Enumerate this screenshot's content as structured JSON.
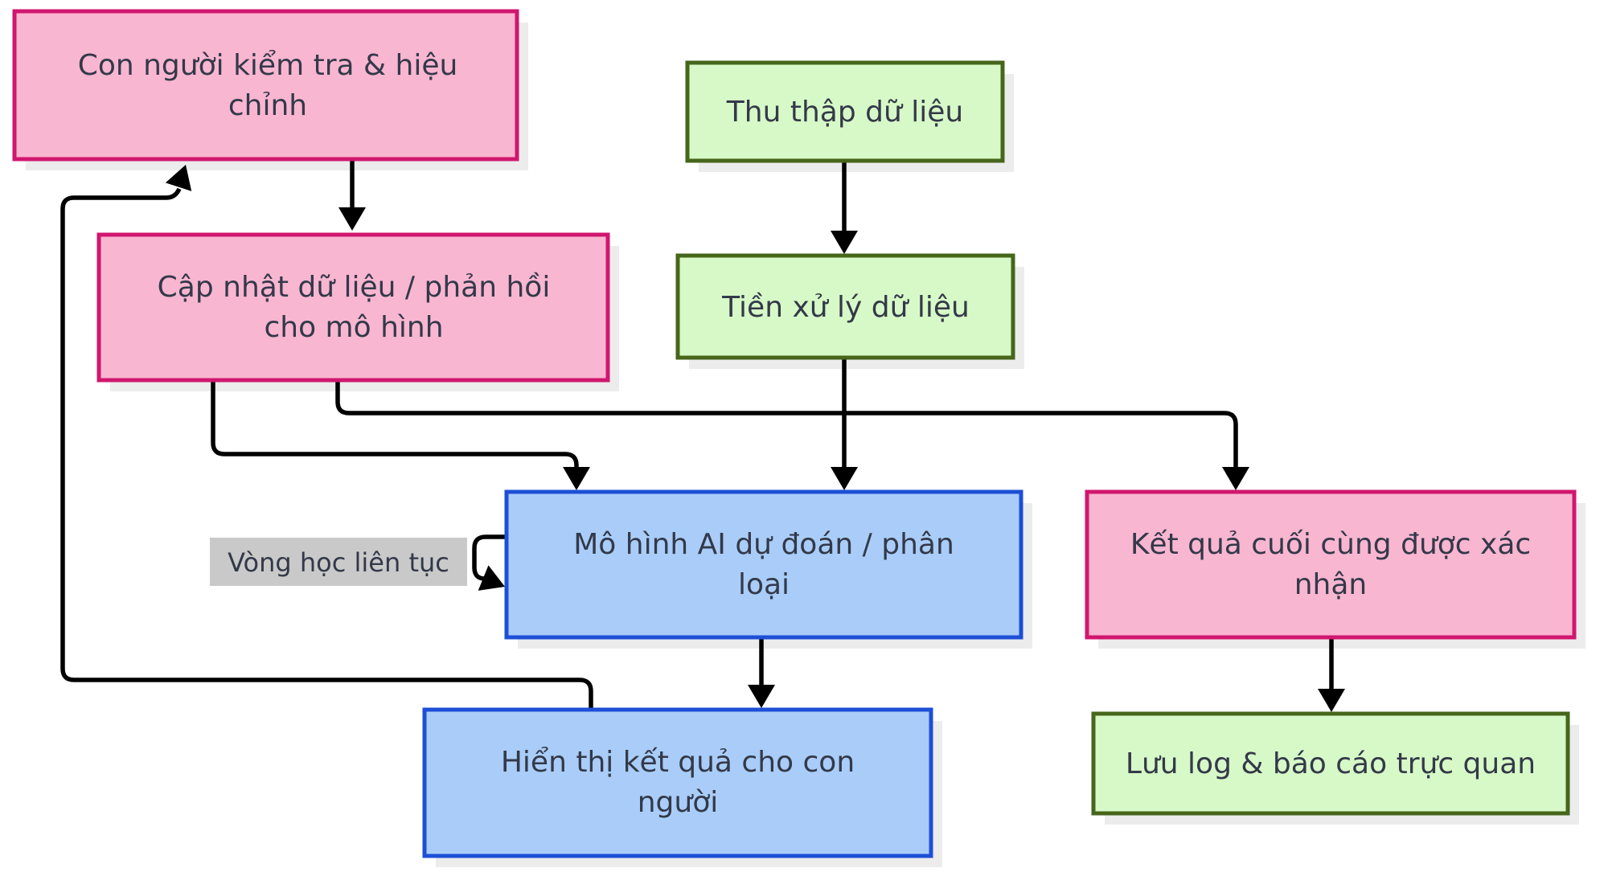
{
  "diagram": {
    "type": "flowchart",
    "background": "#ffffff",
    "colors": {
      "bg": "#ffffff",
      "pink-fill": "#f9b6d1",
      "pink-stroke": "#d0176f",
      "green-fill": "#d7f9c7",
      "green-stroke": "#46661b",
      "blue-fill": "#a9cdf8",
      "blue-stroke": "#1d4fd6",
      "label-bg": "#c9c9c9",
      "edge": "#000000",
      "text": "#333949",
      "shadow": "#ececec"
    },
    "nodes": [
      {
        "id": "E",
        "style": "pink",
        "label": "Con người kiểm tra & hiệu chỉnh",
        "lines": [
          "Con người kiểm tra & hiệu",
          "chỉnh"
        ]
      },
      {
        "id": "A",
        "style": "green",
        "label": "Thu thập dữ liệu",
        "lines": [
          "Thu thập dữ liệu"
        ]
      },
      {
        "id": "F",
        "style": "pink",
        "label": "Cập nhật dữ liệu / phản hồi cho mô hình",
        "lines": [
          "Cập nhật dữ liệu / phản hồi",
          "cho mô hình"
        ]
      },
      {
        "id": "B",
        "style": "green",
        "label": "Tiền xử lý dữ liệu",
        "lines": [
          "Tiền xử lý dữ liệu"
        ]
      },
      {
        "id": "C",
        "style": "blue",
        "label": "Mô hình AI dự đoán / phân loại",
        "lines": [
          "Mô hình AI dự đoán / phân",
          "loại"
        ]
      },
      {
        "id": "G",
        "style": "pink",
        "label": "Kết quả cuối cùng được xác nhận",
        "lines": [
          "Kết quả cuối cùng được xác",
          "nhận"
        ]
      },
      {
        "id": "D",
        "style": "blue",
        "label": "Hiển thị kết quả cho con người",
        "lines": [
          "Hiển thị kết quả cho con",
          "người"
        ]
      },
      {
        "id": "H",
        "style": "green",
        "label": "Lưu log & báo cáo trực quan",
        "lines": [
          "Lưu log & báo cáo trực quan"
        ]
      }
    ],
    "edge_label": {
      "text": "Vòng học liên tục"
    },
    "edges": [
      {
        "from": "Con người kiểm tra & hiệu chỉnh",
        "to": "Cập nhật dữ liệu / phản hồi cho mô hình"
      },
      {
        "from": "Thu thập dữ liệu",
        "to": "Tiền xử lý dữ liệu"
      },
      {
        "from": "Tiền xử lý dữ liệu",
        "to": "Mô hình AI dự đoán / phân loại"
      },
      {
        "from": "Cập nhật dữ liệu / phản hồi cho mô hình",
        "to": "Mô hình AI dự đoán / phân loại"
      },
      {
        "from": "Cập nhật dữ liệu / phản hồi cho mô hình",
        "to": "Kết quả cuối cùng được xác nhận"
      },
      {
        "from": "Mô hình AI dự đoán / phân loại",
        "to": "Mô hình AI dự đoán / phân loại",
        "label": "Vòng học liên tục"
      },
      {
        "from": "Mô hình AI dự đoán / phân loại",
        "to": "Hiển thị kết quả cho con người"
      },
      {
        "from": "Hiển thị kết quả cho con người",
        "to": "Con người kiểm tra & hiệu chỉnh"
      },
      {
        "from": "Kết quả cuối cùng được xác nhận",
        "to": "Lưu log & báo cáo trực quan"
      }
    ]
  }
}
